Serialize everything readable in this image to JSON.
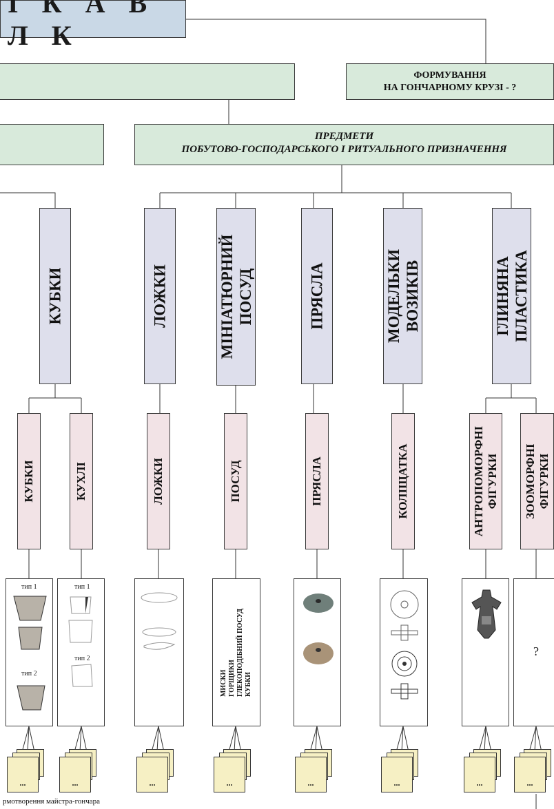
{
  "title": "І К А   В Л К",
  "header": {
    "pottery_wheel": "ФОРМУВАННЯ\nНА ГОНЧАРНОМУ КРУЗІ - ?",
    "household_items_line1": "ПРЕДМЕТИ",
    "household_items_line2": "ПОБУТОВО-ГОСПОДАРСЬКОГО  І  РИТУАЛЬНОГО   ПРИЗНАЧЕННЯ"
  },
  "categories": {
    "cups": "КУБКИ",
    "spoons": "ЛОЖКИ",
    "miniature": [
      "МІНІАТЮРНИЙ",
      "ПОСУД"
    ],
    "spindle": "ПРЯСЛА",
    "wagons": [
      "МОДЕЛЬКИ",
      "ВОЗИКІВ"
    ],
    "plastic": [
      "ГЛИНЯНА",
      "ПЛАСТИКА"
    ]
  },
  "subcategories": {
    "cups": "КУБКИ",
    "mugs": "КУХЛІ",
    "spoons": "ЛОЖКИ",
    "vessels": "ПОСУД",
    "spindle": "ПРЯСЛА",
    "wheels": "КОЛІЩАТКА",
    "anthropo": [
      "АНТРОПОМОРФНІ",
      "ФІГУРКИ"
    ],
    "zoo": [
      "ЗООМОРФНІ",
      "ФІГУРКИ"
    ]
  },
  "images": {
    "cups_type1": "тип 1",
    "cups_type2": "тип 2",
    "mugs_type1": "тип 1",
    "mugs_type2": "тип 2",
    "vessels_list": [
      "МИСКИ",
      "ГОРЩИКИ",
      "ГЛЕКОПОДІБНИЙ  ПОСУД",
      "КУБКИ"
    ],
    "zoo_unknown": "?"
  },
  "stack_label": "...",
  "footer_caption": "рмотворення майстра-гончара",
  "colors": {
    "title_bg": "#c9d8e6",
    "green_bg": "#d8eadb",
    "category_bg": "#dedfec",
    "sub_bg": "#f2e3e6",
    "card_bg": "#f6f0c4"
  }
}
